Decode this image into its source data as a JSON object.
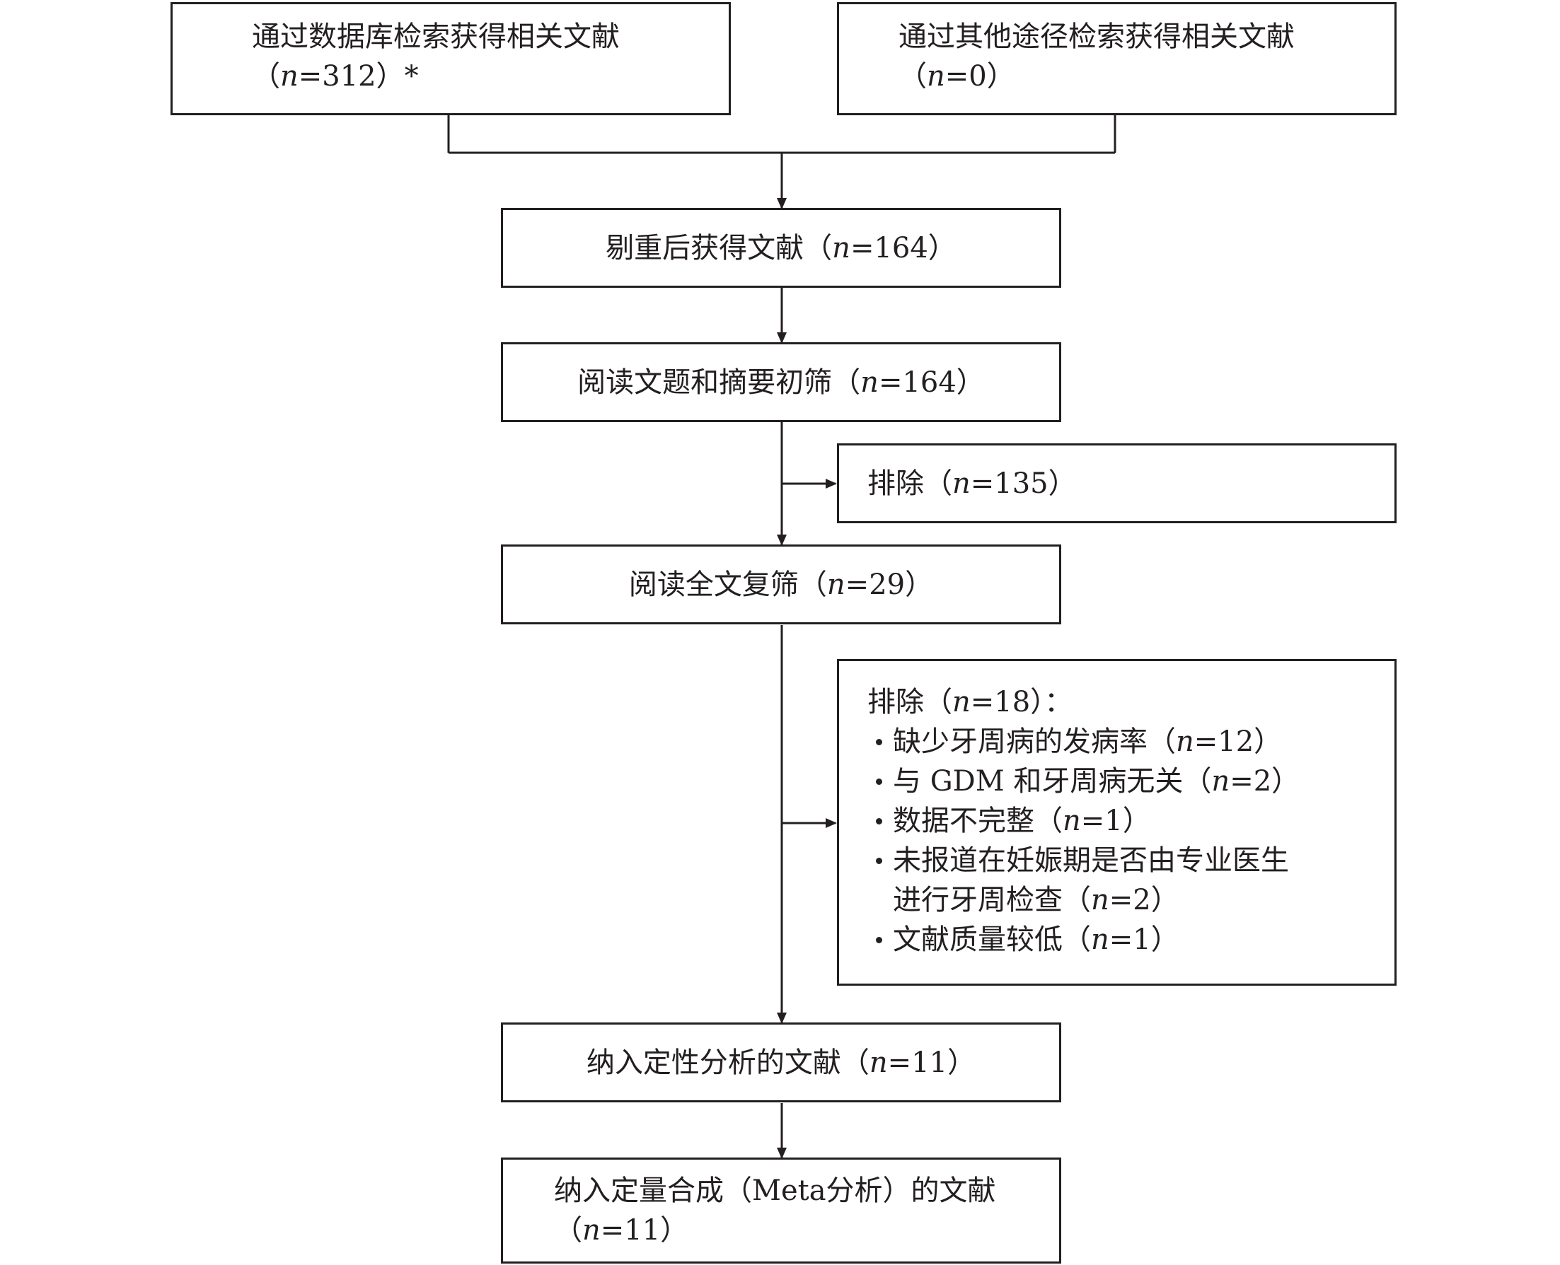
{
  "boxes": {
    "db_search": {
      "line1": "通过数据库检索获得相关文献",
      "line2_prefix": "（",
      "line2_n": "n",
      "line2_value": "=312）*"
    },
    "other_search": {
      "line1": "通过其他途径检索获得相关文献",
      "line2_prefix": "（",
      "line2_n": "n",
      "line2_value": "=0）"
    },
    "dedup": {
      "label": "剔重后获得文献（",
      "n": "n",
      "value": "=164）"
    },
    "title_abstract": {
      "label": "阅读文题和摘要初筛（",
      "n": "n",
      "value": "=164）"
    },
    "exclude_1": {
      "label": "排除（",
      "n": "n",
      "value": "=135）"
    },
    "fulltext": {
      "label": "阅读全文复筛（",
      "n": "n",
      "value": "=29）"
    },
    "exclude_2": {
      "header_label": "排除（",
      "header_n": "n",
      "header_value": "=18）：",
      "reasons": [
        {
          "text": "缺少牙周病的发病率（",
          "n": "n",
          "value": "=12）"
        },
        {
          "text": "与 GDM 和牙周病无关（",
          "n": "n",
          "value": "=2）"
        },
        {
          "text": "数据不完整（",
          "n": "n",
          "value": "=1）"
        },
        {
          "text": "未报道在妊娠期是否由专业医生",
          "text2": "进行牙周检查（",
          "n": "n",
          "value": "=2）"
        },
        {
          "text": "文献质量较低（",
          "n": "n",
          "value": "=1）"
        }
      ]
    },
    "qualitative": {
      "label": "纳入定性分析的文献（",
      "n": "n",
      "value": "=11）"
    },
    "quantitative": {
      "line1": "纳入定量合成（Meta分析）的文献",
      "line2_prefix": "（",
      "line2_n": "n",
      "line2_value": "=11）"
    }
  },
  "colors": {
    "stroke": "#231f20",
    "background": "#ffffff"
  }
}
